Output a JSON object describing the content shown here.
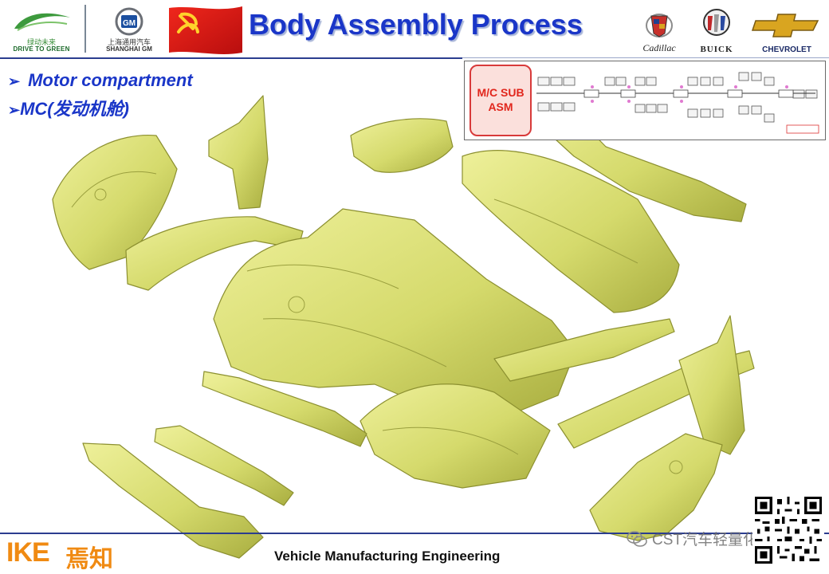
{
  "header": {
    "title": "Body Assembly Process",
    "logo_drive_green": {
      "cn": "绿动未来",
      "en": "DRIVE TO GREEN"
    },
    "logo_sgm": {
      "cn": "上海通用汽车",
      "en": "SHANGHAI GM"
    },
    "brands": {
      "cadillac": "Cadillac",
      "buick": "BUICK",
      "chevrolet": "CHEVROLET"
    }
  },
  "bullets": {
    "item1": "Motor compartment",
    "item2": "MC(发动机舱)"
  },
  "process_inset": {
    "highlight": "M/C SUB\nASM"
  },
  "footer": {
    "ike_en": "IKE",
    "ike_cn": "焉知",
    "course": "Vehicle Manufacturing Engineering",
    "wechat_account": "CST汽车轻量化"
  },
  "colors": {
    "title_blue": "#1a36c8",
    "part_yellow": "#d8dc72",
    "highlight_red": "#e1261c",
    "ike_orange": "#f08a12"
  }
}
